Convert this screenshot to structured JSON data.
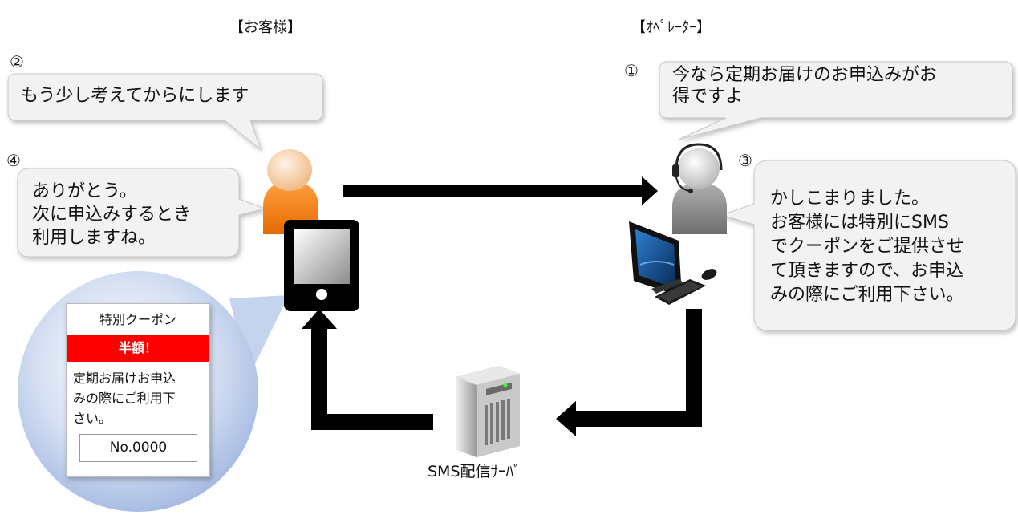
{
  "headers": {
    "customer": "【お客様】",
    "operator": "【ｵﾍﾟﾚｰﾀｰ】"
  },
  "steps": [
    {
      "number": "①",
      "text": "今なら定期お届けのお申込みがお\n得ですよ"
    },
    {
      "number": "②",
      "text": "もう少し考えてからにします"
    },
    {
      "number": "③",
      "text": "かしこまりました。\nお客様には特別にSMS\nでクーポンをご提供させ\nて頂きますので、お申込\nみの際にご利用下さい。"
    },
    {
      "number": "④",
      "text": "ありがとう。\n次に申込みするとき\n利用しますね。"
    }
  ],
  "coupon": {
    "title": "特別クーポン",
    "highlight": "半額！",
    "body": "定期お届けお申込\nみの際にご利用下\nさい。",
    "code": "No.0000"
  },
  "server": {
    "label": "SMS配信ｻｰﾊﾞ"
  },
  "icons": [
    "customer-person-icon",
    "tablet-icon",
    "operator-headset-icon",
    "desktop-computer-icon",
    "keyboard-icon",
    "mouse-icon",
    "server-icon"
  ],
  "colors": {
    "customer": "#f47c1a",
    "operator": "#8a8a8a",
    "bubble": "#f2f2f2",
    "coupon_band": "#ff0000",
    "zoom_circle": "#b8ccec",
    "arrow": "#000000"
  }
}
